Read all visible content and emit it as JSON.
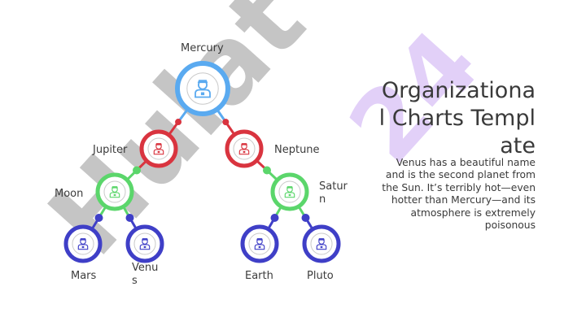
{
  "watermark": {
    "brand": "Hulat",
    "number": "24"
  },
  "title": "Organizational Charts Template",
  "description": "Venus has a beautiful name and is the second planet from the Sun. It’s terribly hot—even hotter than Mercury—and its atmosphere is extremely poisonous",
  "icon": "person-badge-icon",
  "colors": {
    "blue": "#5aaaf0",
    "red": "#d9343f",
    "green": "#5bd66b",
    "indigo": "#3f3fc7"
  },
  "nodes": [
    {
      "id": "mercury",
      "label": "Mercury",
      "level": 0,
      "parent": null,
      "color": "blue"
    },
    {
      "id": "jupiter",
      "label": "Jupiter",
      "level": 1,
      "parent": "mercury",
      "color": "red"
    },
    {
      "id": "neptune",
      "label": "Neptune",
      "level": 1,
      "parent": "mercury",
      "color": "red"
    },
    {
      "id": "moon",
      "label": "Moon",
      "level": 2,
      "parent": "jupiter",
      "color": "green"
    },
    {
      "id": "saturn",
      "label": "Saturn",
      "level": 2,
      "parent": "neptune",
      "color": "green"
    },
    {
      "id": "mars",
      "label": "Mars",
      "level": 3,
      "parent": "moon",
      "color": "indigo"
    },
    {
      "id": "venus",
      "label": "Venus",
      "level": 3,
      "parent": "moon",
      "color": "indigo"
    },
    {
      "id": "earth",
      "label": "Earth",
      "level": 3,
      "parent": "saturn",
      "color": "indigo"
    },
    {
      "id": "pluto",
      "label": "Pluto",
      "level": 3,
      "parent": "saturn",
      "color": "indigo"
    }
  ]
}
